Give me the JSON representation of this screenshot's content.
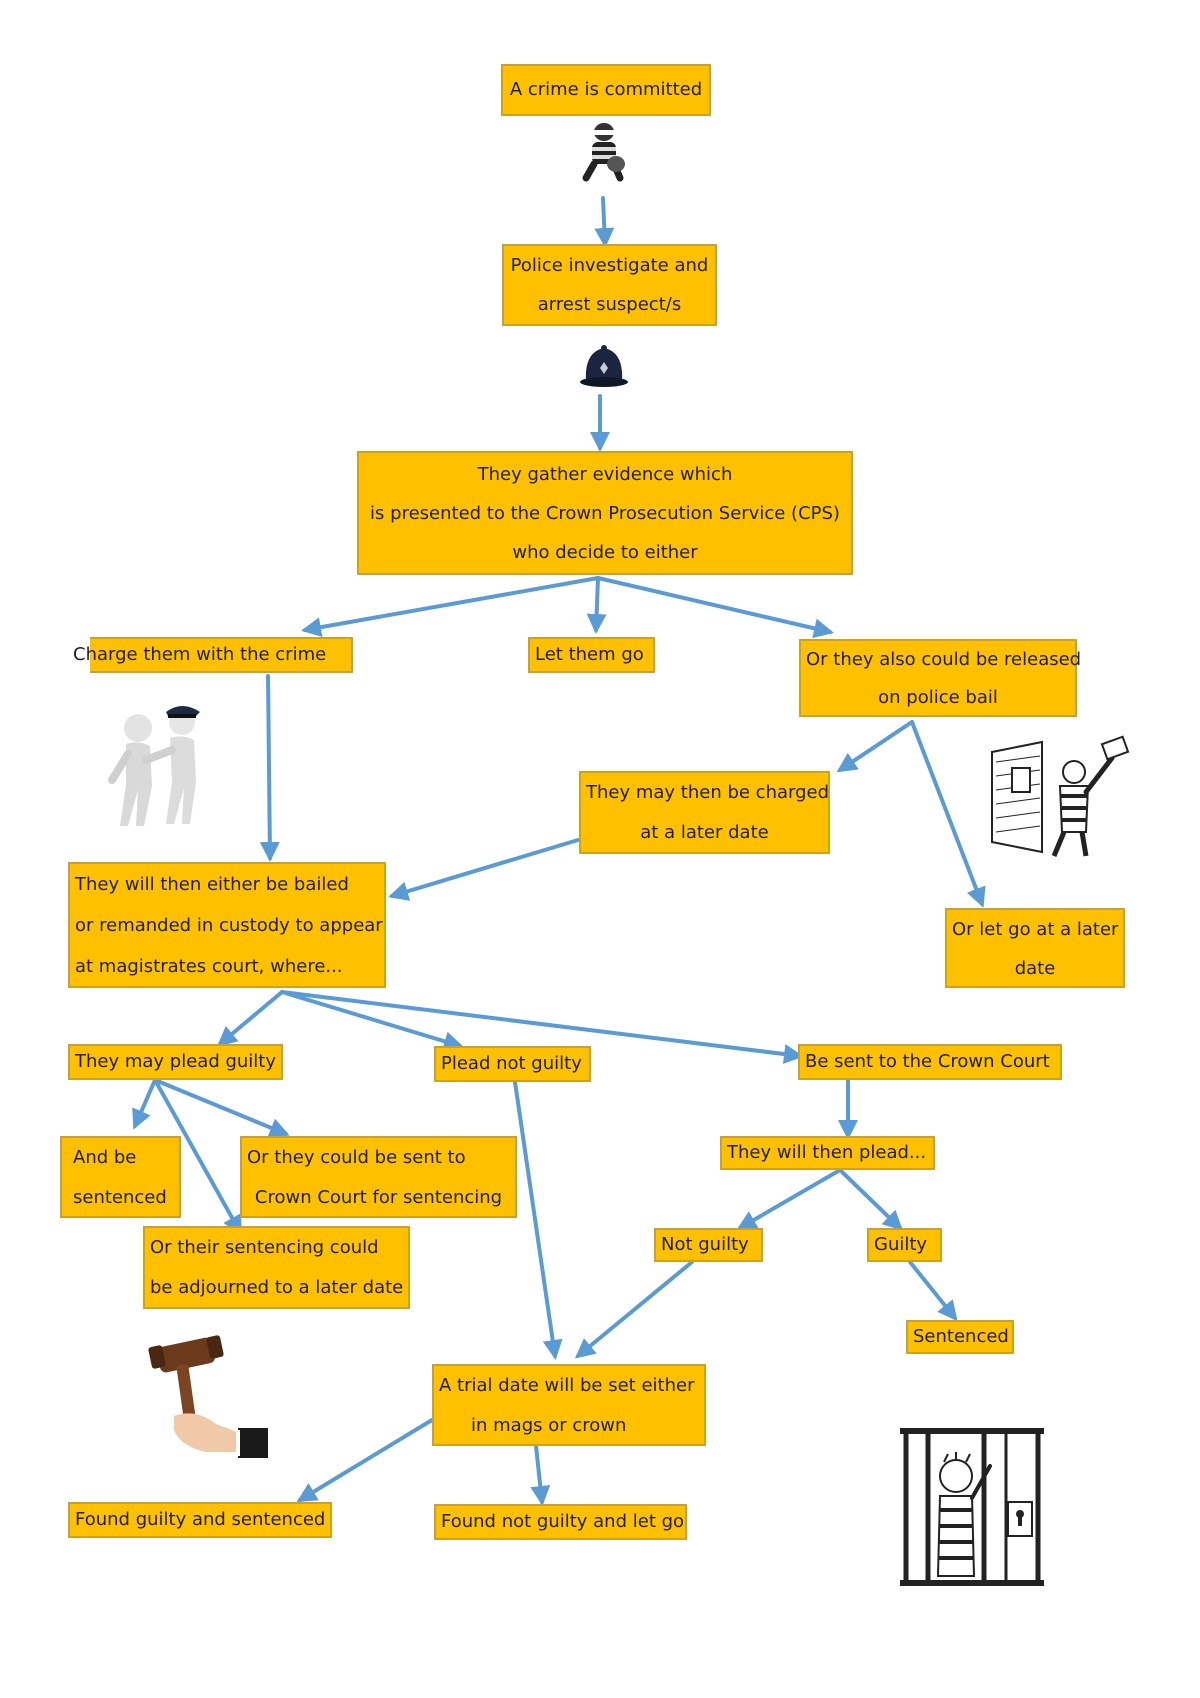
{
  "colors": {
    "box_fill": "#ffc000",
    "box_border": "#c9a227",
    "arrow": "#5b9bd5"
  },
  "nodes": {
    "crime": {
      "lines": [
        "A crime is committed"
      ]
    },
    "police": {
      "lines": [
        "Police investigate and",
        "arrest suspect/s"
      ]
    },
    "evidence": {
      "lines": [
        "They gather evidence which",
        "is presented to the Crown Prosecution Service (CPS)",
        "who decide to either"
      ]
    },
    "charge": {
      "lines": [
        "Charge them with the crime"
      ]
    },
    "letgo": {
      "lines": [
        "Let them go"
      ]
    },
    "bail": {
      "lines": [
        "Or they also could be released",
        "on police bail"
      ]
    },
    "charged_later": {
      "lines": [
        "They may then be charged",
        "at a later date"
      ]
    },
    "bailed": {
      "lines": [
        "They will then either be bailed",
        "or remanded in custody to appear",
        "at magistrates court, where..."
      ]
    },
    "letgo_later": {
      "lines": [
        "Or let go at a later",
        "date"
      ]
    },
    "plead_guilty": {
      "lines": [
        "They may plead guilty"
      ]
    },
    "plead_not_guilty": {
      "lines": [
        "Plead not guilty"
      ]
    },
    "crown_court": {
      "lines": [
        "Be sent to the Crown Court"
      ]
    },
    "and_be": {
      "lines": [
        "And be",
        "sentenced"
      ]
    },
    "sent_crown": {
      "lines": [
        "Or they could be sent to",
        "Crown Court for sentencing"
      ]
    },
    "adjourned": {
      "lines": [
        "Or their sentencing could",
        "be adjourned to a later date"
      ]
    },
    "then_plead": {
      "lines": [
        "They will then plead..."
      ]
    },
    "not_guilty": {
      "lines": [
        "Not guilty"
      ]
    },
    "guilty": {
      "lines": [
        "Guilty"
      ]
    },
    "sentenced": {
      "lines": [
        "Sentenced"
      ]
    },
    "trial": {
      "lines": [
        "A trial date will be set either",
        "in mags or crown"
      ]
    },
    "found_guilty": {
      "lines": [
        "Found guilty and sentenced"
      ]
    },
    "found_not_guilty": {
      "lines": [
        "Found not guilty and let go"
      ]
    }
  },
  "icons": [
    "burglar-icon",
    "police-helmet-icon",
    "arrest-figures-icon",
    "escaping-prisoner-icon",
    "gavel-icon",
    "jail-cell-icon"
  ]
}
